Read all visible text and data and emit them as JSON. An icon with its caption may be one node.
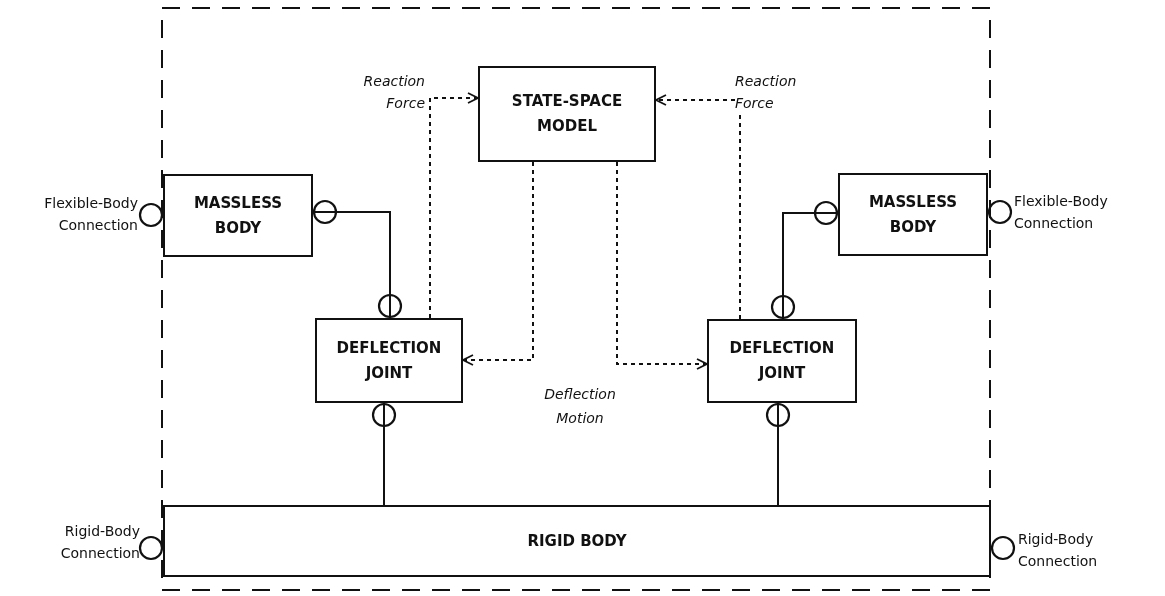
{
  "diagram": {
    "nodes": [
      {
        "text": [
          "STATE-SPACE MODEL"
        ]
      },
      {
        "text": [
          "MASSLESS BODY"
        ],
        "beside": [
          "Flexible-Body Connection"
        ]
      },
      {
        "text": [
          "DEFLECTION JOINT"
        ]
      },
      {
        "text": [
          "MASSLESS BODY"
        ],
        "beside": [
          "Flexible-Body Connection"
        ]
      },
      {
        "text": [
          "DEFLECTION JOINT"
        ]
      },
      {
        "text": [
          "RIGID BODY"
        ],
        "beside": [
          "Rigid-Body Connection",
          "Rigid-Body Connection"
        ]
      }
    ],
    "edges": [
      {
        "from": 2,
        "to": 0,
        "arrow": "to",
        "style": "dashed",
        "label": "Reaction Force"
      },
      {
        "from": 4,
        "to": 0,
        "arrow": "to",
        "style": "dashed",
        "label": "Reaction Force"
      },
      {
        "from": 0,
        "to": 2,
        "arrow": "to",
        "style": "dashed"
      },
      {
        "from": 0,
        "to": 4,
        "arrow": "to",
        "style": "dashed"
      },
      {
        "from": 1,
        "to": 2,
        "arrow": "other"
      },
      {
        "from": 3,
        "to": 4,
        "arrow": "other"
      },
      {
        "from": 2,
        "to": 5,
        "arrow": "other"
      },
      {
        "from": 4,
        "to": 5,
        "arrow": "other"
      }
    ],
    "labels": [
      "Deflection Motion"
    ]
  }
}
